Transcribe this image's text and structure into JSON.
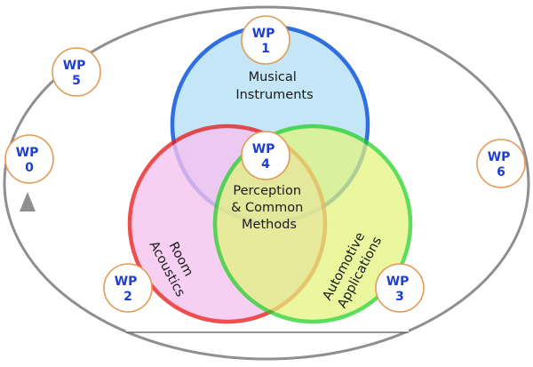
{
  "diagram": {
    "sets": [
      {
        "id": "musical",
        "lines": [
          "Musical",
          "Instruments"
        ],
        "fill": "#bfe4f6",
        "stroke": "#1f63e0"
      },
      {
        "id": "room",
        "lines": [
          "Room",
          "Acoustics"
        ],
        "fill": "#f6c2f0",
        "stroke": "#e81e1e"
      },
      {
        "id": "automotive",
        "lines": [
          "Automotive",
          "Applications"
        ],
        "fill": "#e2f57a",
        "stroke": "#1fd11f"
      }
    ],
    "center": {
      "lines": [
        "Perception",
        "& Common",
        "Methods"
      ]
    },
    "work_packages": [
      {
        "id": "wp0",
        "lines": [
          "WP",
          "0"
        ]
      },
      {
        "id": "wp1",
        "lines": [
          "WP",
          "1"
        ]
      },
      {
        "id": "wp2",
        "lines": [
          "WP",
          "2"
        ]
      },
      {
        "id": "wp3",
        "lines": [
          "WP",
          "3"
        ]
      },
      {
        "id": "wp4",
        "lines": [
          "WP",
          "4"
        ]
      },
      {
        "id": "wp5",
        "lines": [
          "WP",
          "5"
        ]
      },
      {
        "id": "wp6",
        "lines": [
          "WP",
          "6"
        ]
      }
    ],
    "colors": {
      "cycle": "#8f8f8f",
      "wp_text": "#1f3fd0",
      "wp_fill": "#ffffff",
      "wp_stroke": "#e49a55"
    }
  }
}
